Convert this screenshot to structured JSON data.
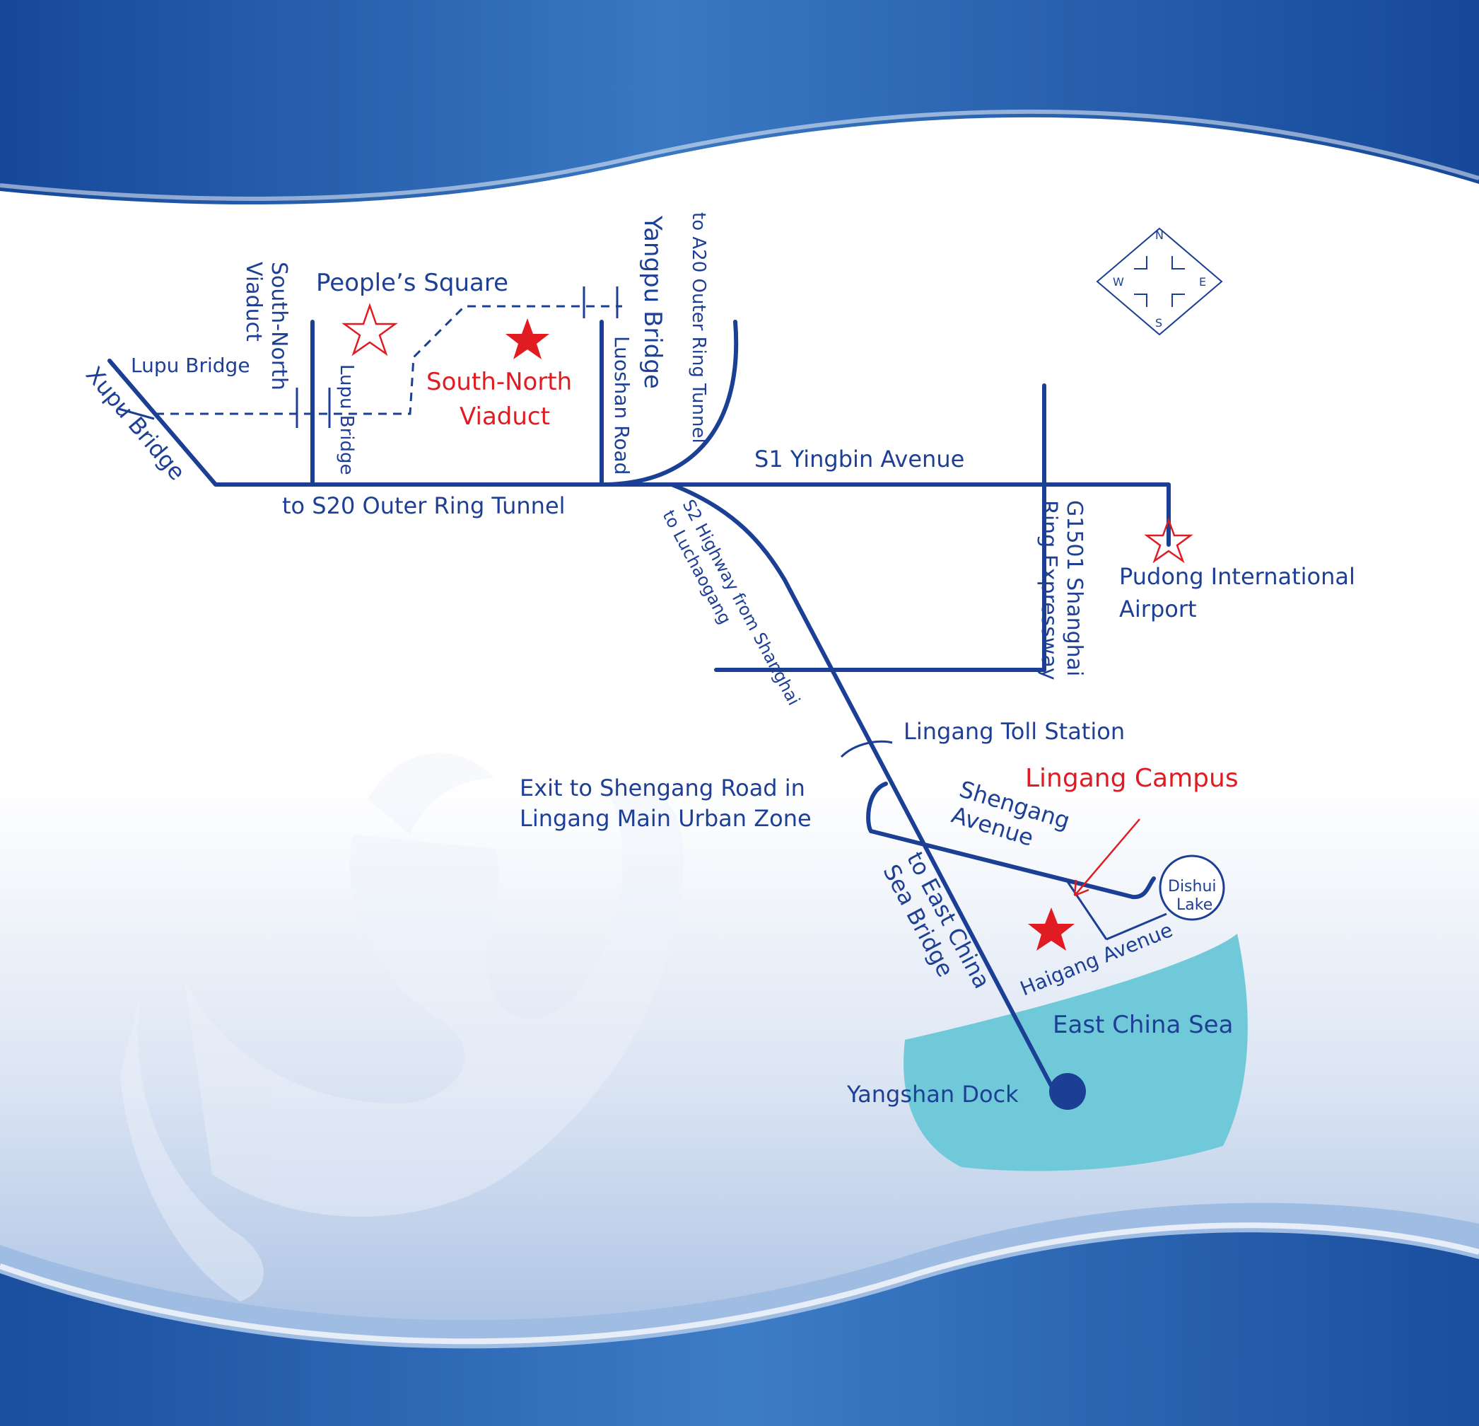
{
  "colors": {
    "road": "#1b3f94",
    "label": "#1d3f95",
    "highlight": "#e01b22",
    "sea": "#6fc9d8",
    "wave_dark": "#16489a",
    "wave_light": "#4a8ad0"
  },
  "compass": {
    "north": "N",
    "south": "S",
    "east": "E",
    "west": "W"
  },
  "labels": {
    "peoples_square": "People’s Square",
    "south_north_viaduct_vertical": "South-North Viaduct",
    "lupu_bridge_top": "Lupu Bridge",
    "lupu_bridge_vertical": "Lupu Bridge",
    "xupu_bridge": "Xupu Bridge",
    "south_north_viaduct_red": "South-North Viaduct",
    "yangpu_bridge": "Yangpu Bridge",
    "luoshan_road": "Luoshan Road",
    "a20_tunnel": "to A20 Outer Ring Tunnel",
    "s20_tunnel": "to S20 Outer Ring Tunnel",
    "s1_yingbin": "S1 Yingbin Avenue",
    "s2_highway_line1": "S2 Highway from Shanghai",
    "s2_highway_line2": "to Luchaogang",
    "g1501_line1": "G1501 Shanghai",
    "g1501_line2": "Ring Expressway",
    "pudong_airport_line1": "Pudong International",
    "pudong_airport_line2": "Airport",
    "lingang_toll": "Lingang Toll Station",
    "exit_line1": "Exit to Shengang Road in",
    "exit_line2": "Lingang Main Urban Zone",
    "lingang_campus": "Lingang Campus",
    "shengang_line1": "Shengang",
    "shengang_line2": "Avenue",
    "east_china_bridge_line1": "to East China",
    "east_china_bridge_line2": "Sea Bridge",
    "dishui_line1": "Dishui",
    "dishui_line2": "Lake",
    "haigang": "Haigang Avenue",
    "east_china_sea": "East China Sea",
    "yangshan_dock": "Yangshan Dock"
  },
  "icons": {
    "star_outline": "star-outline-icon",
    "star_filled": "star-filled-icon",
    "compass": "compass-icon",
    "anchor": "anchor-icon",
    "dock": "dock-marker-icon"
  }
}
